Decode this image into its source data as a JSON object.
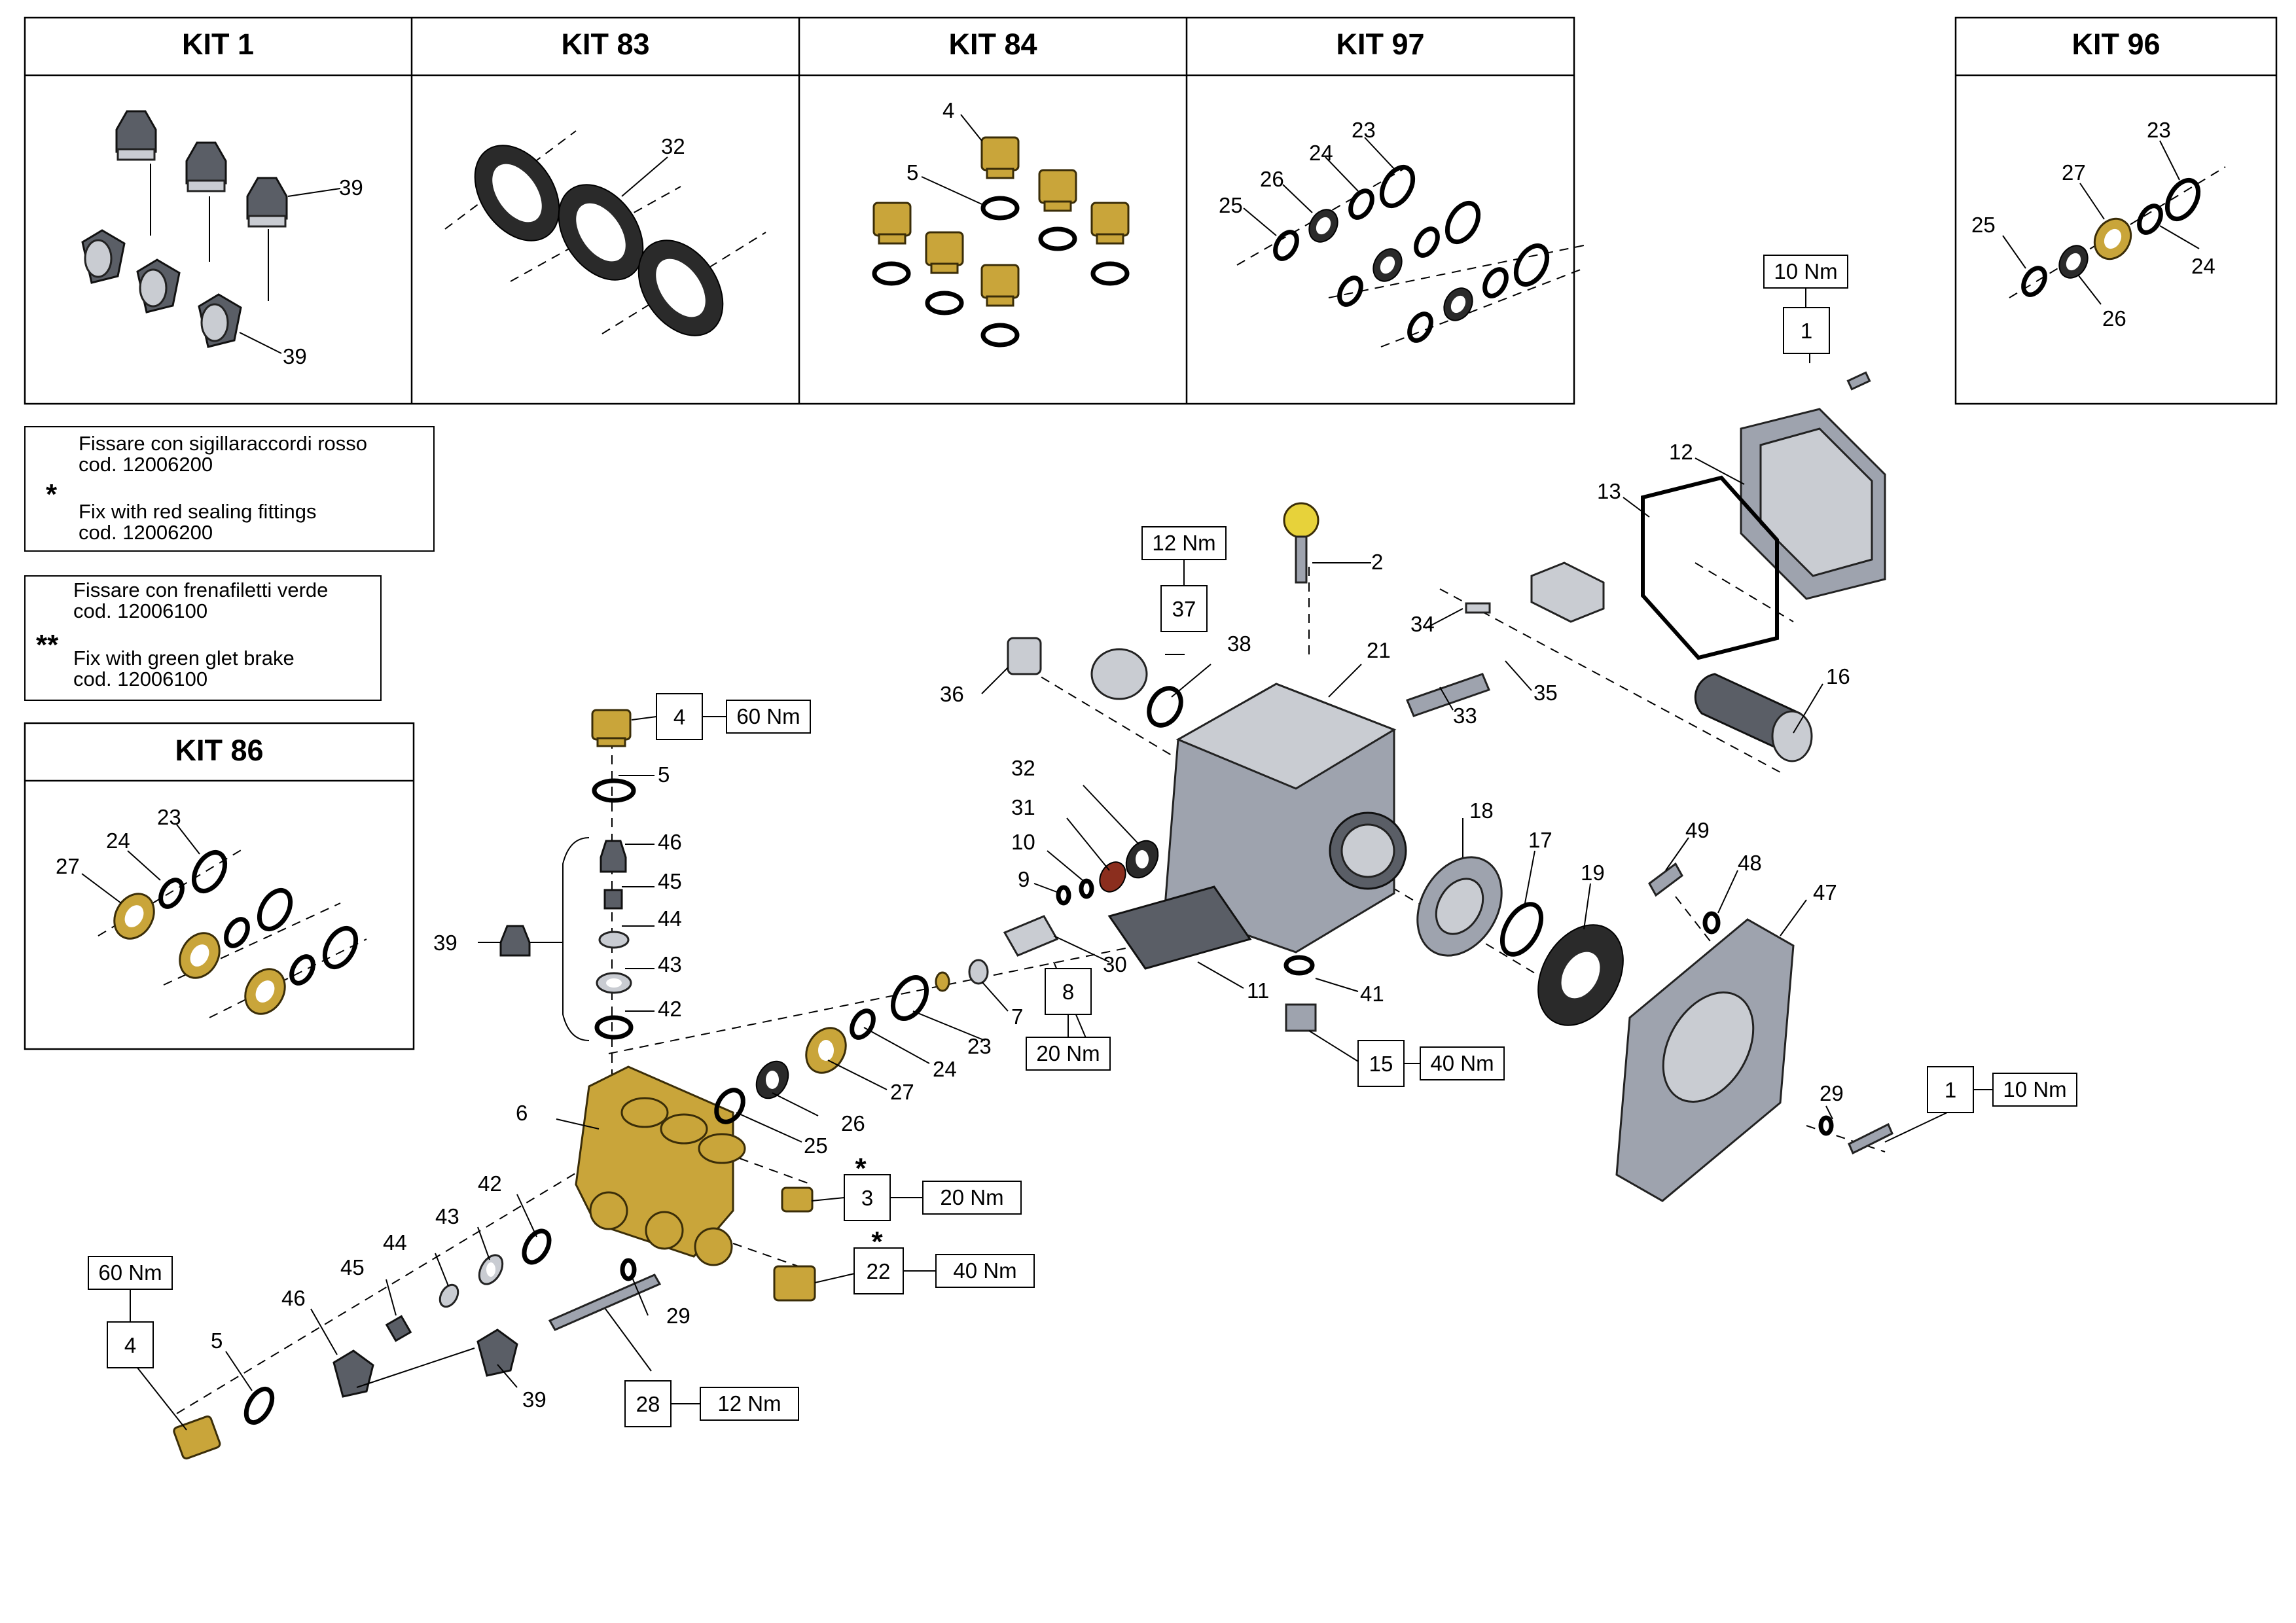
{
  "kits": [
    {
      "id": "kit1",
      "title": "KIT 1",
      "labels": [
        "39",
        "39"
      ]
    },
    {
      "id": "kit83",
      "title": "KIT 83",
      "labels": [
        "32"
      ]
    },
    {
      "id": "kit84",
      "title": "KIT 84",
      "labels": [
        "4",
        "5"
      ]
    },
    {
      "id": "kit97",
      "title": "KIT 97",
      "labels": [
        "23",
        "24",
        "26",
        "25"
      ]
    },
    {
      "id": "kit96",
      "title": "KIT 96",
      "labels": [
        "23",
        "27",
        "25",
        "24",
        "26"
      ]
    },
    {
      "id": "kit86",
      "title": "KIT 86",
      "labels": [
        "23",
        "24",
        "27"
      ]
    }
  ],
  "notes": [
    {
      "id": "note-single",
      "symbol": "*",
      "lines": [
        "Fissare con sigillaraccordi rosso",
        "cod. 12006200",
        "Fix with red sealing fittings",
        "cod. 12006200"
      ]
    },
    {
      "id": "note-double",
      "symbol": "**",
      "lines": [
        "Fissare con frenafiletti verde",
        "cod. 12006100",
        "Fix with green glet brake",
        "cod. 12006100"
      ]
    }
  ],
  "torque_specs": [
    {
      "part": "1",
      "torque": "10 Nm"
    },
    {
      "part": "37",
      "torque": "12 Nm"
    },
    {
      "part": "4",
      "torque": "60 Nm"
    },
    {
      "part": "8",
      "torque": "20 Nm"
    },
    {
      "part": "15",
      "torque": "40 Nm"
    },
    {
      "part": "1",
      "torque": "10 Nm"
    },
    {
      "part": "3",
      "torque": "20 Nm",
      "mark": "*"
    },
    {
      "part": "22",
      "torque": "40 Nm",
      "mark": "*"
    },
    {
      "part": "4",
      "torque": "60 Nm"
    },
    {
      "part": "28",
      "torque": "12 Nm"
    }
  ],
  "callouts": [
    "2",
    "12",
    "13",
    "34",
    "35",
    "16",
    "36",
    "38",
    "21",
    "33",
    "32",
    "31",
    "10",
    "9",
    "18",
    "17",
    "19",
    "49",
    "48",
    "47",
    "30",
    "11",
    "41",
    "7",
    "23",
    "24",
    "27",
    "26",
    "25",
    "29",
    "5",
    "46",
    "45",
    "44",
    "43",
    "42",
    "39",
    "6",
    "42",
    "43",
    "44",
    "45",
    "46",
    "5",
    "29",
    "39"
  ]
}
